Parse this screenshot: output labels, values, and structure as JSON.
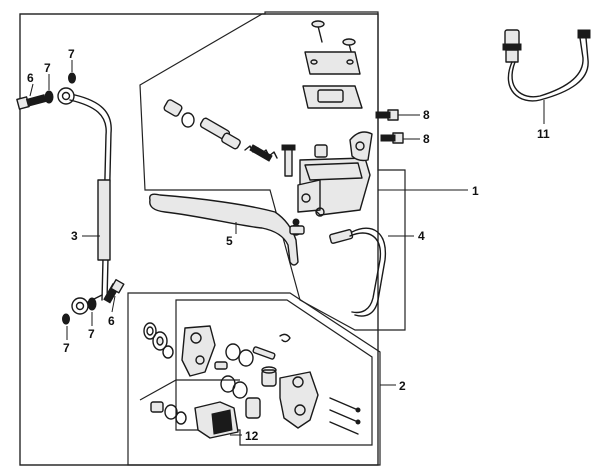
{
  "callouts": {
    "c1": "1",
    "c2": "2",
    "c3": "3",
    "c4": "4",
    "c5": "5",
    "c6a": "6",
    "c6b": "6",
    "c7a": "7",
    "c7b": "7",
    "c7c": "7",
    "c7d": "7",
    "c8a": "8",
    "c8b": "8",
    "c11": "11",
    "c12": "12"
  },
  "colors": {
    "line": "#1a1a1a",
    "background": "#ffffff",
    "part_shade": "#e8e8e8"
  }
}
